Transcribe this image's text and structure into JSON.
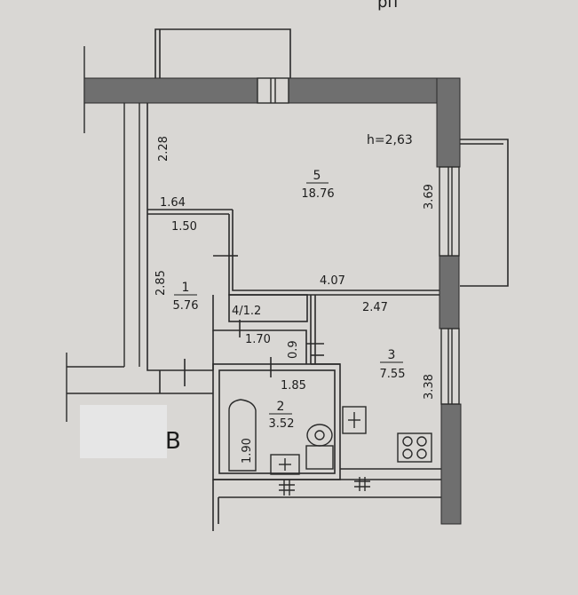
{
  "header": {
    "title_fragment": "рп"
  },
  "ceiling_height": "h=2,63",
  "rooms": [
    {
      "number": "1",
      "area": "5.76"
    },
    {
      "number": "2",
      "area": "3.52"
    },
    {
      "number": "3",
      "area": "7.55"
    },
    {
      "number": "4/1.2",
      "area": ""
    },
    {
      "number": "5",
      "area": "18.76"
    }
  ],
  "dimensions": {
    "d_2_28": "2.28",
    "d_1_64": "1.64",
    "d_1_50": "1.50",
    "d_2_85": "2.85",
    "d_4_07": "4.07",
    "d_2_47": "2.47",
    "d_1_70": "1.70",
    "d_0_9": "0.9",
    "d_1_85": "1.85",
    "d_1_90": "1.90",
    "d_3_69": "3.69",
    "d_3_38": "3.38"
  },
  "fragment_letter": "B",
  "colors": {
    "background": "#d9d7d4",
    "wall_fill": "#6f6f6f",
    "line": "#2a2a2a",
    "redaction": "#e6e6e6"
  },
  "icons": [
    "sink-icon",
    "stove-icon",
    "toilet-icon",
    "bathtub-icon",
    "vent-shaft-icon",
    "washbasin-icon"
  ]
}
